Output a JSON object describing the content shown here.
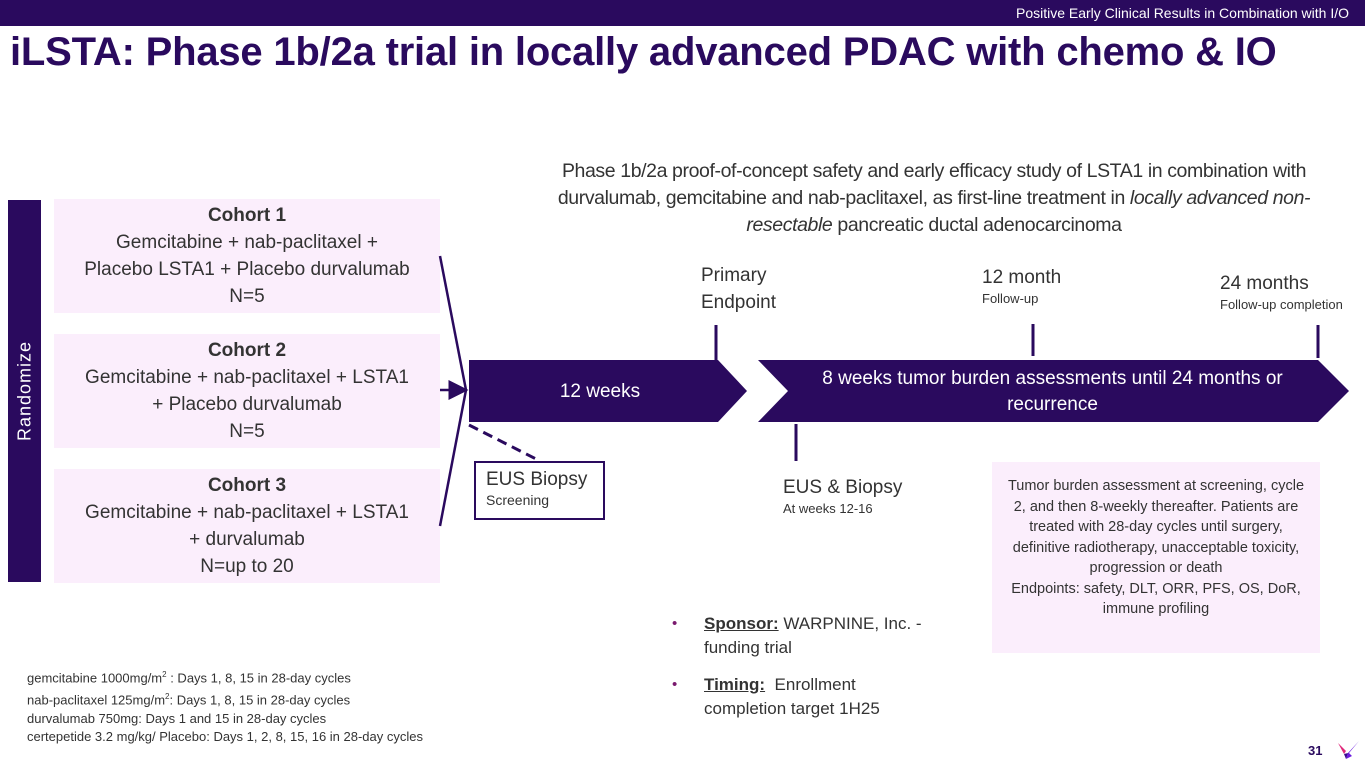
{
  "header": {
    "section_label": "Positive Early Clinical Results in Combination with I/O",
    "title": "iLSTA: Phase 1b/2a trial in locally advanced PDAC with chemo & IO"
  },
  "study_description": {
    "part1": "Phase 1b/2a proof-of-concept safety and early efficacy study of LSTA1 in combination with durvalumab, gemcitabine and nab-paclitaxel, as first-line treatment in ",
    "italic": "locally advanced non-resectable",
    "part2": " pancreatic ductal adenocarcinoma"
  },
  "randomize_label": "Randomize",
  "cohorts": [
    {
      "title": "Cohort 1",
      "line1": "Gemcitabine + nab-paclitaxel +",
      "line2": "Placebo LSTA1 + Placebo durvalumab",
      "n": "N=5"
    },
    {
      "title": "Cohort 2",
      "line1": "Gemcitabine + nab-paclitaxel + LSTA1",
      "line2": "+ Placebo durvalumab",
      "n": "N=5"
    },
    {
      "title": "Cohort 3",
      "line1": "Gemcitabine + nab-paclitaxel + LSTA1",
      "line2": "+ durvalumab",
      "n": "N=up to 20"
    }
  ],
  "timeline": {
    "phase1_label": "12 weeks",
    "phase2_label": "8 weeks tumor burden assessments until 24 months or recurrence",
    "markers": [
      {
        "title": "Primary Endpoint",
        "subtitle": ""
      },
      {
        "title": "12 month",
        "subtitle": "Follow-up"
      },
      {
        "title": "24 months",
        "subtitle": "Follow-up completion"
      }
    ],
    "eus_screening": {
      "title": "EUS Biopsy",
      "subtitle": "Screening"
    },
    "eus_followup": {
      "title": "EUS & Biopsy",
      "subtitle": "At weeks 12-16"
    }
  },
  "info_box": {
    "text1": "Tumor burden assessment at screening, cycle 2, and then 8-weekly thereafter. Patients are treated with 28-day cycles until surgery, definitive radiotherapy, unacceptable toxicity, progression or death",
    "text2": "Endpoints: safety, DLT, ORR, PFS, OS, DoR, immune profiling"
  },
  "bullets": [
    {
      "key": "Sponsor:",
      "value": " WARPNINE, Inc. - funding trial"
    },
    {
      "key": "Timing:",
      "value": "  Enrollment completion target 1H25"
    }
  ],
  "dosing": [
    {
      "pre": "gemcitabine 1000mg/m",
      "sup": "2",
      "post": " : Days 1, 8, 15 in 28-day cycles"
    },
    {
      "pre": "nab-paclitaxel 125mg/m",
      "sup": "2",
      "post": ": Days 1, 8, 15 in 28-day cycles"
    },
    {
      "pre": "durvalumab 750mg: Days 1 and 15 in 28-day cycles",
      "sup": "",
      "post": ""
    },
    {
      "pre": "certepetide 3.2 mg/kg/ Placebo: Days 1, 2, 8, 15, 16 in 28-day cycles",
      "sup": "",
      "post": ""
    }
  ],
  "footer": {
    "page_number": "31"
  },
  "colors": {
    "brand_purple": "#2a0a5e",
    "light_pink": "#fbeefc",
    "bullet_magenta": "#7a1a6e"
  }
}
